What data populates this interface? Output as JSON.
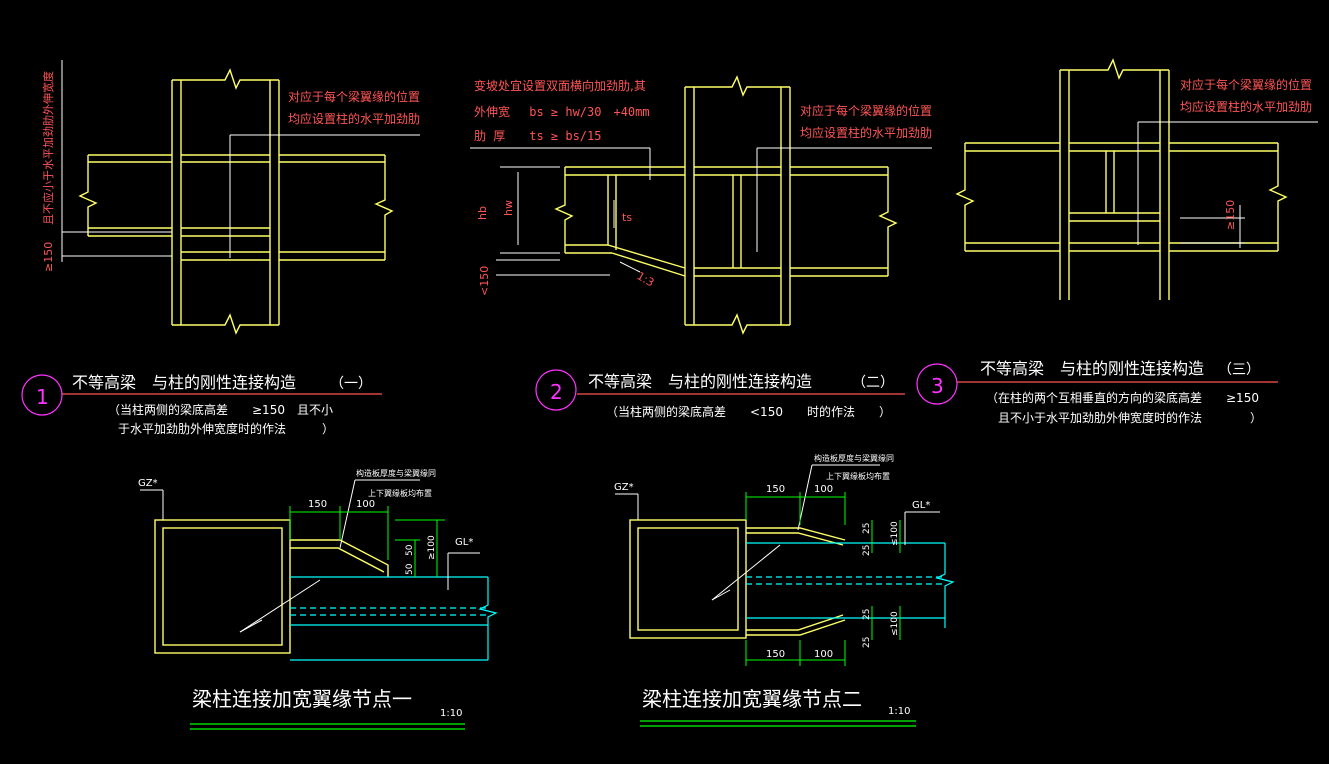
{
  "colors": {
    "background": "#000000",
    "steel": "#ffff66",
    "annotation_red": "#ff5555",
    "text_white": "#ffffff",
    "leader_cyan": "#00ffff",
    "dim_green": "#00ff00",
    "circle_magenta": "#ff33ff",
    "note_text": "#ff66cc"
  },
  "detail1": {
    "note_line1": "对应于每个梁翼缘的位置",
    "note_line2": "均应设置柱的水平加劲肋",
    "vertical_note": "且不应小于水平加劲肋外伸宽度",
    "dim": "≥150",
    "number": "1",
    "title": "不等高梁　与柱的刚性连接构造",
    "title_suffix": "（一）",
    "sub_line1": "（当柱两侧的梁底高差　　≥150　且不小",
    "sub_line2": "于水平加劲肋外伸宽度时的作法　　　）"
  },
  "detail2": {
    "note_a1": "变坡处宜设置双面横向加劲肋,其",
    "note_a2": "外伸宽　 bs ≥ hw/30　+40mm",
    "note_a3": "肋 厚　　ts ≥ bs/15",
    "note_line1": "对应于每个梁翼缘的位置",
    "note_line2": "均应设置柱的水平加劲肋",
    "hb": "hb",
    "hw": "hw",
    "ts": "ts",
    "slope": "1:3",
    "dim": "<150",
    "number": "2",
    "title": "不等高梁　与柱的刚性连接构造",
    "title_suffix": "（二）",
    "sub_line1": "（当柱两侧的梁底高差　　<150　　时的作法　　）"
  },
  "detail3": {
    "note_line1": "对应于每个梁翼缘的位置",
    "note_line2": "均应设置柱的水平加劲肋",
    "dim": "≥150",
    "number": "3",
    "title": "不等高梁　与柱的刚性连接构造",
    "title_suffix": "（三）",
    "sub_line1": "（在柱的两个互相垂直的方向的梁底高差　　≥150",
    "sub_line2": "且不小于水平加劲肋外伸宽度时的作法　　　　）"
  },
  "node1": {
    "gz": "GZ*",
    "gl": "GL*",
    "note1": "构造板厚度与梁翼缘同",
    "note2": "上下翼缘板均布置",
    "dim150": "150",
    "dim100": "100",
    "dim50a": "50",
    "dim50b": "50",
    "dim100v": "≥100",
    "title": "梁柱连接加宽翼缘节点一",
    "scale": "1:10"
  },
  "node2": {
    "gz": "GZ*",
    "gl": "GL*",
    "note1": "构造板厚度与梁翼缘同",
    "note2": "上下翼缘板均布置",
    "dim150_top": "150",
    "dim100_top": "100",
    "dim150_bot": "150",
    "dim100_bot": "100",
    "dim25a": "25",
    "dim25b": "25",
    "dim25c": "25",
    "dim25d": "25",
    "dim100v_top": "≤100",
    "dim100v_bot": "≤100",
    "title": "梁柱连接加宽翼缘节点二",
    "scale": "1:10"
  }
}
